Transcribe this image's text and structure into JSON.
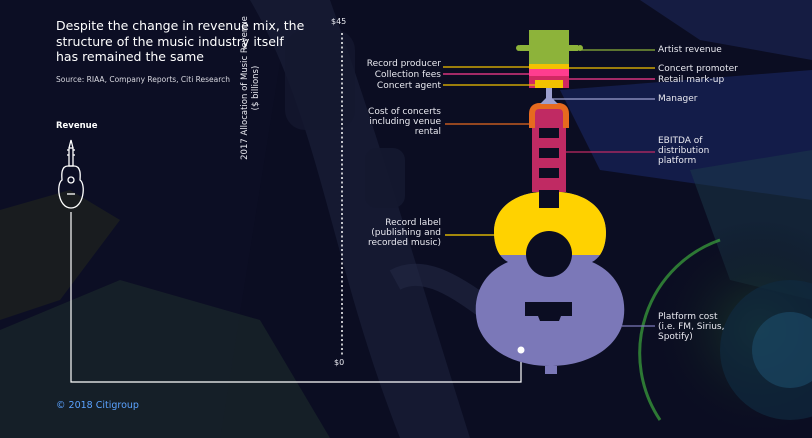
{
  "headline": "Despite the change in revenue mix, the structure of the music industry itself has remained the same",
  "source": "Source: RIAA, Company Reports, Citi Research",
  "revenue_label": "Revenue",
  "copyright": "© 2018 Citigroup",
  "axis": {
    "title_line1": "2017 Allocation of Music Revenue",
    "title_line2": "($ billions)",
    "top_tick": "$45",
    "bottom_tick": "$0"
  },
  "colors": {
    "artist": "#8db33a",
    "promoter_stripe": "#f2c200",
    "retail_stripe": "#ff3d8f",
    "agent_stripe": "#d12862",
    "manager": "#9d9fcf",
    "venue": "#e66a1f",
    "distribution": "#c02a63",
    "label": "#ffd200",
    "platform": "#7b78b8",
    "connector": "#ffffff",
    "copyright": "#5aa2ff"
  },
  "labels_left": {
    "record_producer": "Record producer",
    "collection_fees": "Collection fees",
    "concert_agent": "Concert agent",
    "concerts_1": "Cost of concerts",
    "concerts_2": "including venue",
    "concerts_3": "rental",
    "label_1": "Record label",
    "label_2": "(publishing and",
    "label_3": "recorded music)"
  },
  "labels_right": {
    "artist_revenue": "Artist revenue",
    "concert_promoter": "Concert promoter",
    "retail_markup": "Retail mark-up",
    "manager": "Manager",
    "ebitda_1": "EBITDA of",
    "ebitda_2": "distribution",
    "ebitda_3": "platform",
    "platform_1": "Platform cost",
    "platform_2": "(i.e. FM, Sirius,",
    "platform_3": "Spotify)"
  }
}
